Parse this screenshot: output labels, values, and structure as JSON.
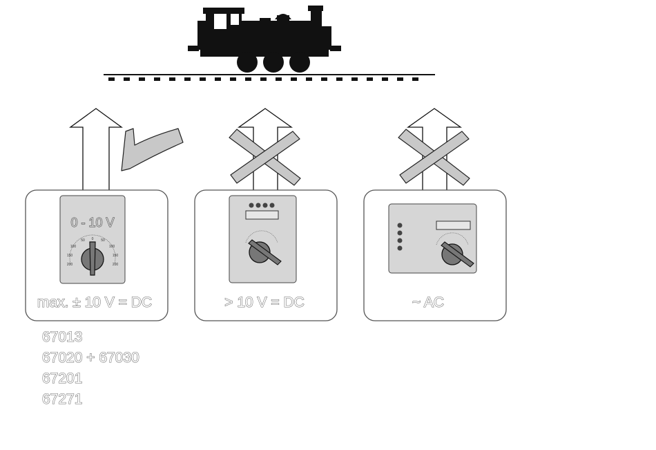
{
  "panels": [
    {
      "id": "dc-0-10v",
      "label": "max. ± 10 V = DC",
      "meter_label": "0 - 10 V",
      "scale_labels": [
        "0",
        "50",
        "50",
        "100",
        "100",
        "150",
        "150",
        "200",
        "200"
      ],
      "verdict": "allowed"
    },
    {
      "id": "dc-over-10v",
      "label": "> 10 V = DC",
      "verdict": "not allowed"
    },
    {
      "id": "ac",
      "label": "~ AC",
      "verdict": "not allowed"
    }
  ],
  "part_numbers": [
    "67013",
    "67020 + 67030",
    "67201",
    "67271"
  ],
  "colors": {
    "locomotive": "#111111",
    "panel_border": "#555555",
    "device_fill": "#d6d6d6",
    "knob": "#777777",
    "check_cross": "#c8c8c8",
    "text_outline": "#6b6b6b"
  }
}
